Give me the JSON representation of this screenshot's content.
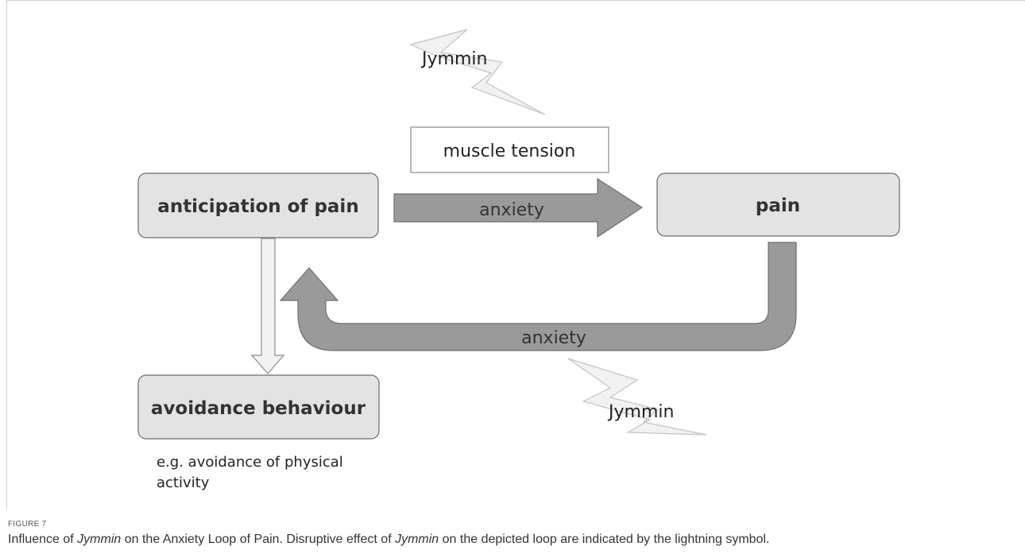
{
  "diagram": {
    "nodes": {
      "anticipation": "anticipation of pain",
      "pain": "pain",
      "avoidance": "avoidance behaviour",
      "tension": "muscle tension"
    },
    "arrows": {
      "top": "anxiety",
      "bottom": "anxiety"
    },
    "lightning": {
      "top": "Jymmin",
      "bottom": "Jymmin"
    },
    "note_line1": "e.g. avoidance of physical",
    "note_line2": "activity"
  },
  "figure": {
    "label": "FIGURE 7",
    "caption_part1": "Influence of ",
    "caption_em1": "Jymmin",
    "caption_part2": " on the Anxiety Loop of Pain. Disruptive effect of ",
    "caption_em2": "Jymmin",
    "caption_part3": " on the depicted loop are indicated by the lightning symbol."
  },
  "colors": {
    "box_fill": "#e3e3e3",
    "box_stroke": "#6b6b6b",
    "arrow_fill": "#9a9a9a",
    "hollow_arrow_fill": "#f2f2f2",
    "lightning_fill": "#f1f1f1"
  }
}
